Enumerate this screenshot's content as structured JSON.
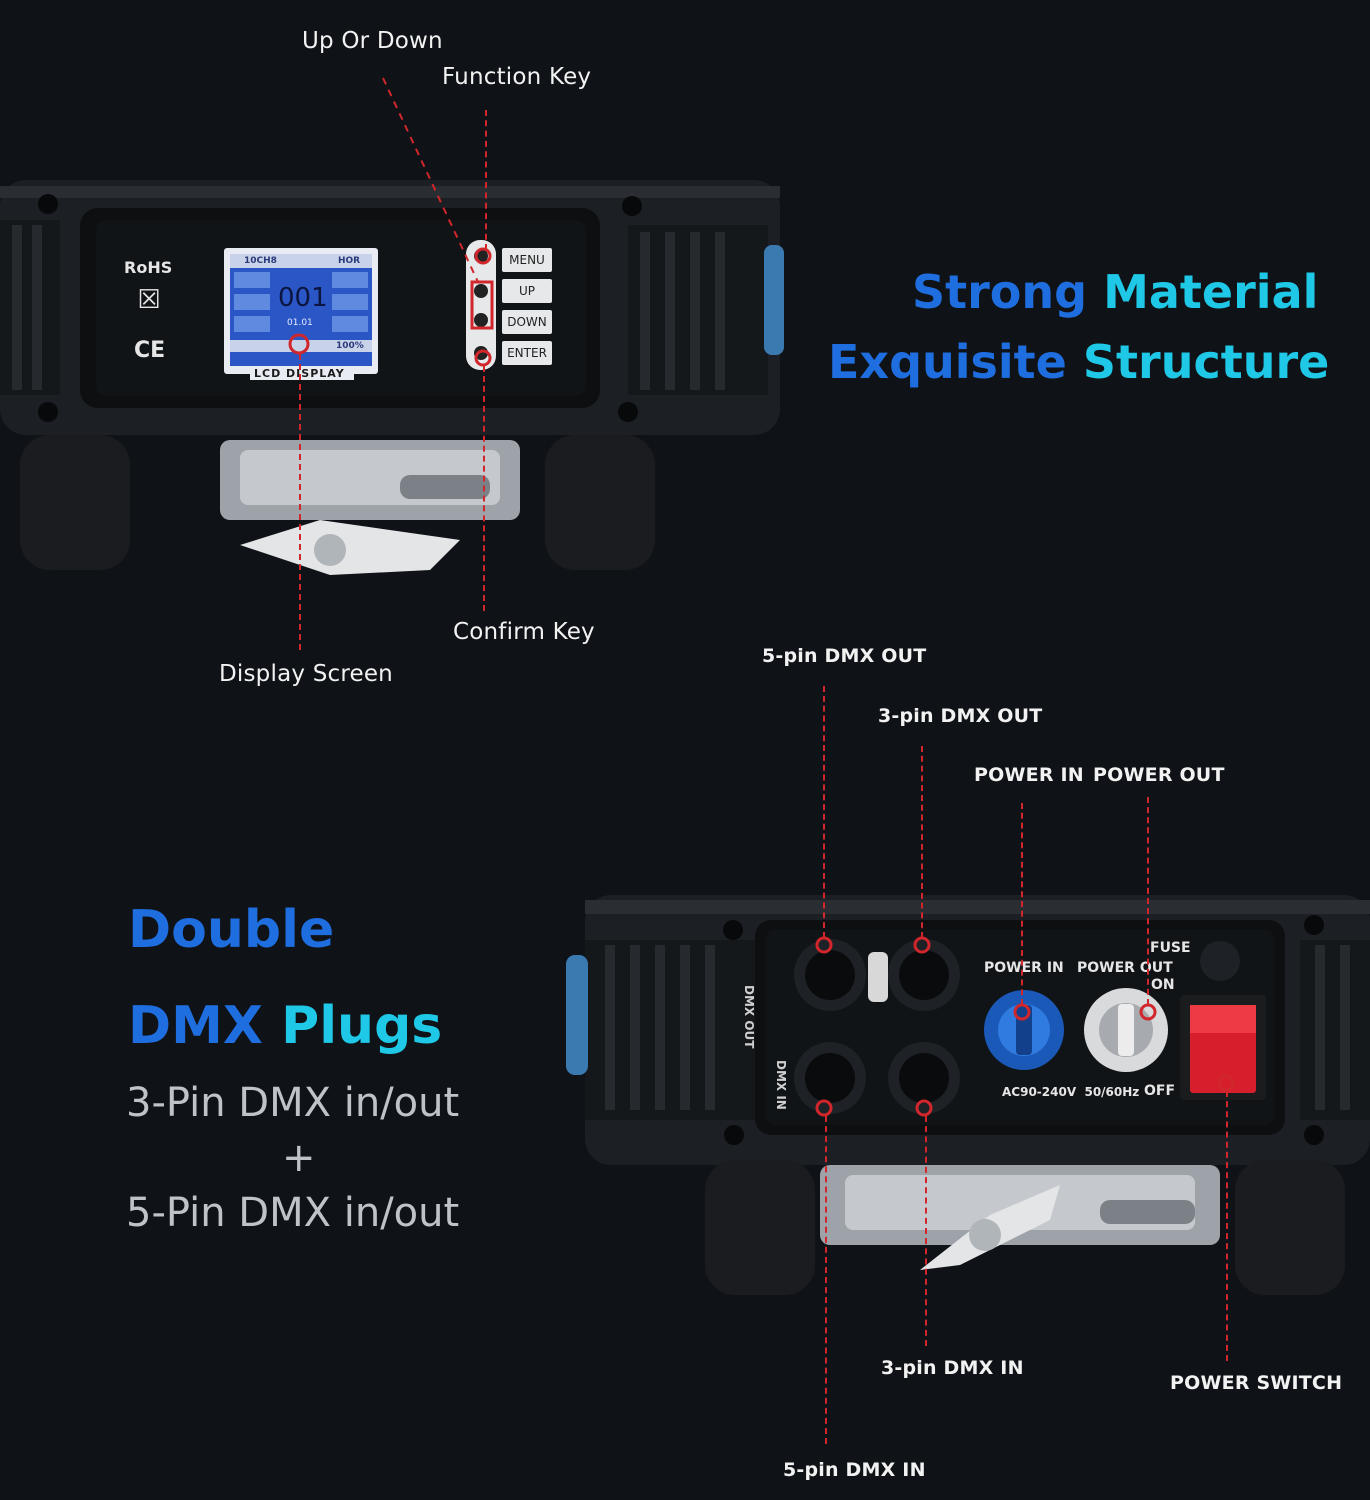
{
  "top_labels": {
    "up_or_down": "Up Or Down",
    "function_key": "Function Key",
    "confirm_key": "Confirm Key",
    "display_screen": "Display Screen"
  },
  "headline_top": {
    "word1": "Strong",
    "word2": "Material",
    "word3": "Exquisite",
    "word4": "Structure"
  },
  "panel_top": {
    "rohs": "RoHS",
    "ce": "CE",
    "lcd_value": "001",
    "lcd_sub": "01.01",
    "lcd_header_left": "10CH8",
    "lcd_header_right": "HOR",
    "lcd_footer_right": "100%",
    "lcd_caption": "LCD DISPLAY",
    "buttons": [
      "MENU",
      "UP",
      "DOWN",
      "ENTER"
    ]
  },
  "bottom_labels": {
    "pin5_out": "5-pin DMX OUT",
    "pin3_out": "3-pin DMX OUT",
    "power_in": "POWER IN",
    "power_out": "POWER OUT",
    "pin3_in": "3-pin DMX IN",
    "power_switch": "POWER SWITCH",
    "pin5_in": "5-pin DMX IN"
  },
  "headline_bottom": {
    "line1": "Double",
    "line2_a": "DMX",
    "line2_b": "Plugs",
    "spec1": "3-Pin DMX in/out",
    "plus": "+",
    "spec2": "5-Pin DMX in/out"
  },
  "panel_bottom": {
    "dmx_out": "DMX OUT",
    "dmx_in": "DMX IN",
    "power_in": "POWER IN",
    "power_out": "POWER OUT",
    "fuse": "FUSE",
    "on": "ON",
    "off": "OFF",
    "rating": "AC90-240V  50/60Hz"
  },
  "colors": {
    "background": "#0f1216",
    "blue": "#1f6ee0",
    "cyan": "#1ec8e6",
    "red_callout": "#d0262c"
  }
}
